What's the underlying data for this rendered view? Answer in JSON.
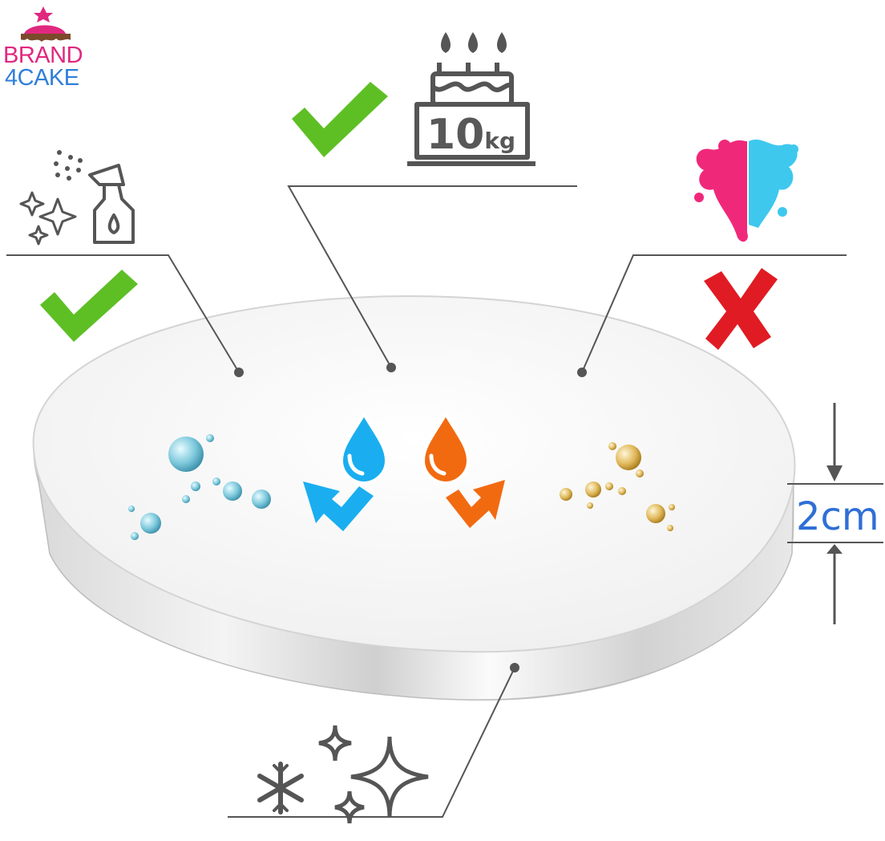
{
  "logo": {
    "line1": "BRAND",
    "line2": "4CAKE",
    "line1_color": "#e0287f",
    "line2_color": "#2f7fd8"
  },
  "cake_weight": {
    "value": "10",
    "unit": "kg"
  },
  "board_height": {
    "label": "2cm",
    "color": "#2f6fd6"
  },
  "colors": {
    "check": "#5dbf24",
    "cross": "#e01b24",
    "water": "#1aaef0",
    "oil": "#f26a10",
    "splash_pink": "#f0287a",
    "splash_blue": "#3ec8ee",
    "line": "#555555",
    "icon_gray": "#555555"
  },
  "icons": {
    "cleaning": "spray-bottle-sparkle-icon",
    "cake": "birthday-cake-icon",
    "stain": "paint-splash-icon",
    "freeze_shine": "snowflake-sparkle-icon"
  },
  "features": {
    "cleanable": true,
    "holds_cake": true,
    "stain_resistant_allowed": false
  }
}
